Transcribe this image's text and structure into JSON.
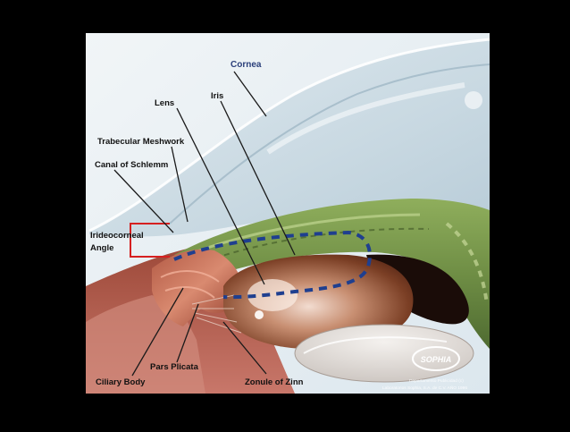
{
  "labels": {
    "cornea": "Cornea",
    "lens": "Lens",
    "iris": "Iris",
    "trabecular_meshwork": "Trabecular Meshwork",
    "canal_of_schlemm": "Canal of Schlemm",
    "irideocorneal_angle_line1": "Irideocorneal",
    "irideocorneal_angle_line2": "Angle",
    "pars_plicata": "Pars Plicata",
    "ciliary_body": "Ciliary Body",
    "zonule_of_zinn": "Zonule of Zinn"
  },
  "logo": {
    "text": "SOPHIA"
  },
  "credits": {
    "line1": "Departamento Publicidad (c)",
    "line2": "Laboratorios Sophia, S.A. de C.V. AÑO 1996"
  },
  "colors": {
    "outer_background": "#000000",
    "panel_background": "#e6eef2",
    "lens_outline": "#1f3f8f",
    "angle_box": "#d62020",
    "label_text": "#111111",
    "cornea_label": "#2a3f7a"
  }
}
